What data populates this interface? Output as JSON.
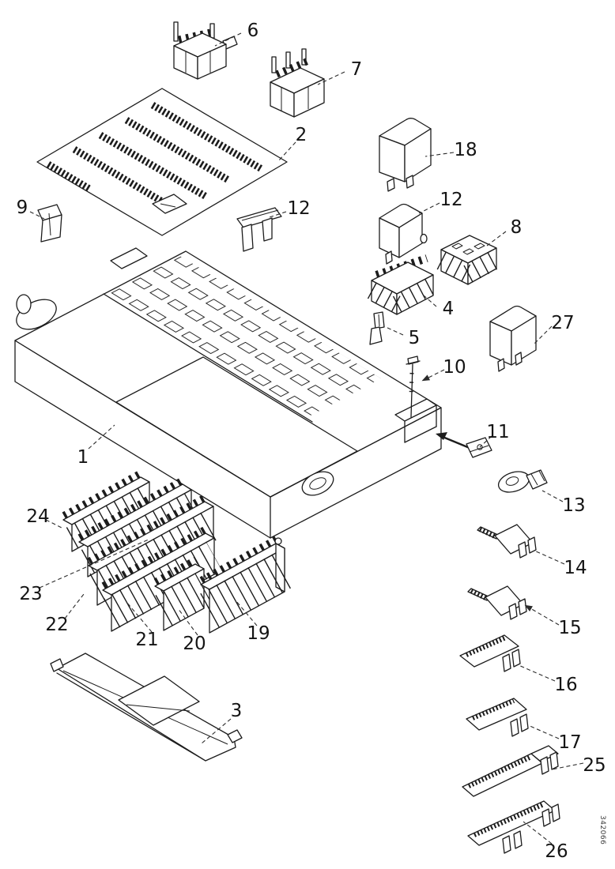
{
  "figure": {
    "kind": "exploded-parts-diagram",
    "subject": "Fuse box / relay electrical center assembly",
    "background_color": "#ffffff",
    "line_color": "#1c1c1c",
    "doc_number": "342066"
  },
  "callouts": [
    {
      "num": "6",
      "part": "pin-connector-small"
    },
    {
      "num": "7",
      "part": "pin-connector-block"
    },
    {
      "num": "2",
      "part": "top-cover-lid"
    },
    {
      "num": "9",
      "part": "retainer-clip"
    },
    {
      "num": "12",
      "part": "blade-fuse"
    },
    {
      "num": "18",
      "part": "relay-large"
    },
    {
      "num": "12",
      "part": "relay-small"
    },
    {
      "num": "8",
      "part": "relay-socket"
    },
    {
      "num": "4",
      "part": "connector-housing"
    },
    {
      "num": "5",
      "part": "terminal-pin"
    },
    {
      "num": "27",
      "part": "relay"
    },
    {
      "num": "10",
      "part": "screw"
    },
    {
      "num": "1",
      "part": "fuse-box-housing"
    },
    {
      "num": "11",
      "part": "clip-bracket"
    },
    {
      "num": "13",
      "part": "ring-terminal"
    },
    {
      "num": "24",
      "part": "connector-strip"
    },
    {
      "num": "23",
      "part": "connector-strip"
    },
    {
      "num": "22",
      "part": "connector-strip"
    },
    {
      "num": "21",
      "part": "connector-strip"
    },
    {
      "num": "20",
      "part": "connector-strip"
    },
    {
      "num": "19",
      "part": "connector-strip"
    },
    {
      "num": "3",
      "part": "lower-bracket-tray"
    },
    {
      "num": "14",
      "part": "terminal"
    },
    {
      "num": "15",
      "part": "terminal"
    },
    {
      "num": "16",
      "part": "busbar-terminal"
    },
    {
      "num": "17",
      "part": "busbar-terminal"
    },
    {
      "num": "25",
      "part": "busbar-long"
    },
    {
      "num": "26",
      "part": "busbar-long"
    }
  ]
}
